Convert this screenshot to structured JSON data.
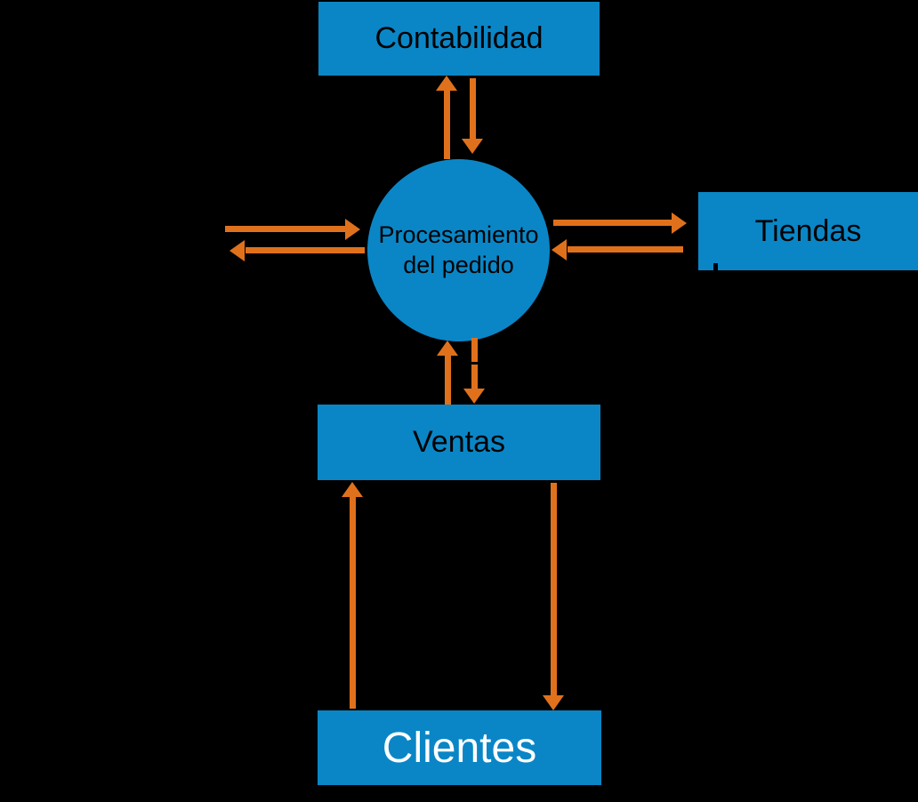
{
  "diagram": {
    "type": "data-flow-diagram",
    "colors": {
      "background": "#000000",
      "node_fill": "#0a86c6",
      "arrow": "#e0711c",
      "node_text_dark": "#000000",
      "node_text_light": "#ffffff"
    },
    "nodes": [
      {
        "id": "contabilidad",
        "shape": "rectangle",
        "label": "Contabilidad"
      },
      {
        "id": "procesamiento",
        "shape": "circle",
        "label": "Procesamiento del pedido"
      },
      {
        "id": "tiendas",
        "shape": "rectangle",
        "label": "Tiendas"
      },
      {
        "id": "ventas",
        "shape": "rectangle",
        "label": "Ventas"
      },
      {
        "id": "clientes",
        "shape": "rectangle",
        "label": "Clientes"
      }
    ],
    "edges": [
      {
        "from": "procesamiento",
        "to": "contabilidad",
        "direction": "up"
      },
      {
        "from": "contabilidad",
        "to": "procesamiento",
        "direction": "down"
      },
      {
        "from": "unlabeled-left",
        "to": "procesamiento",
        "direction": "right"
      },
      {
        "from": "procesamiento",
        "to": "unlabeled-left",
        "direction": "left"
      },
      {
        "from": "procesamiento",
        "to": "tiendas",
        "direction": "right"
      },
      {
        "from": "tiendas",
        "to": "procesamiento",
        "direction": "left"
      },
      {
        "from": "ventas",
        "to": "procesamiento",
        "direction": "up"
      },
      {
        "from": "procesamiento",
        "to": "ventas",
        "direction": "down"
      },
      {
        "from": "clientes",
        "to": "ventas",
        "direction": "up"
      },
      {
        "from": "ventas",
        "to": "clientes",
        "direction": "down"
      }
    ]
  }
}
